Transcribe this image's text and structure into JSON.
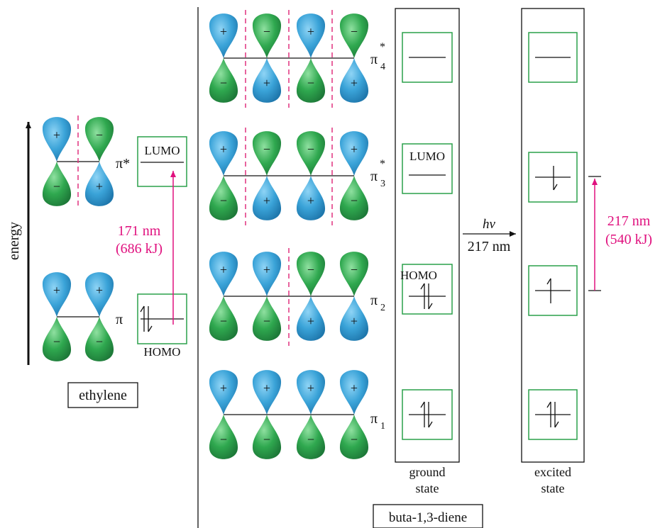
{
  "colors": {
    "lobe_blue": "#3aa3d8",
    "lobe_green": "#2fa84f",
    "node_line": "#e0307e",
    "transition": "#e0107e",
    "level_box": "#2aa04a",
    "text": "#111111"
  },
  "axis": {
    "label": "energy"
  },
  "signs": {
    "plus": "+",
    "minus": "−"
  },
  "ethylene": {
    "label": "ethylene",
    "pi_star_label": "π*",
    "pi_label": "π",
    "lumo_label": "LUMO",
    "homo_label": "HOMO",
    "transition_nm": "171 nm",
    "transition_kj": "(686 kJ)"
  },
  "butadiene": {
    "label": "buta-1,3-diene",
    "orbitals": [
      {
        "symbol": "π",
        "sub": "4",
        "sup": "*"
      },
      {
        "symbol": "π",
        "sub": "3",
        "sup": "*"
      },
      {
        "symbol": "π",
        "sub": "2",
        "sup": ""
      },
      {
        "symbol": "π",
        "sub": "1",
        "sup": ""
      }
    ],
    "ground_state": {
      "line1": "ground",
      "line2": "state",
      "lumo_label": "LUMO",
      "homo_label": "HOMO"
    },
    "excited_state": {
      "line1": "excited",
      "line2": "state"
    },
    "excitation": {
      "hv": "hv",
      "nm": "217 nm"
    },
    "transition_nm": "217 nm",
    "transition_kj": "(540 kJ)"
  }
}
